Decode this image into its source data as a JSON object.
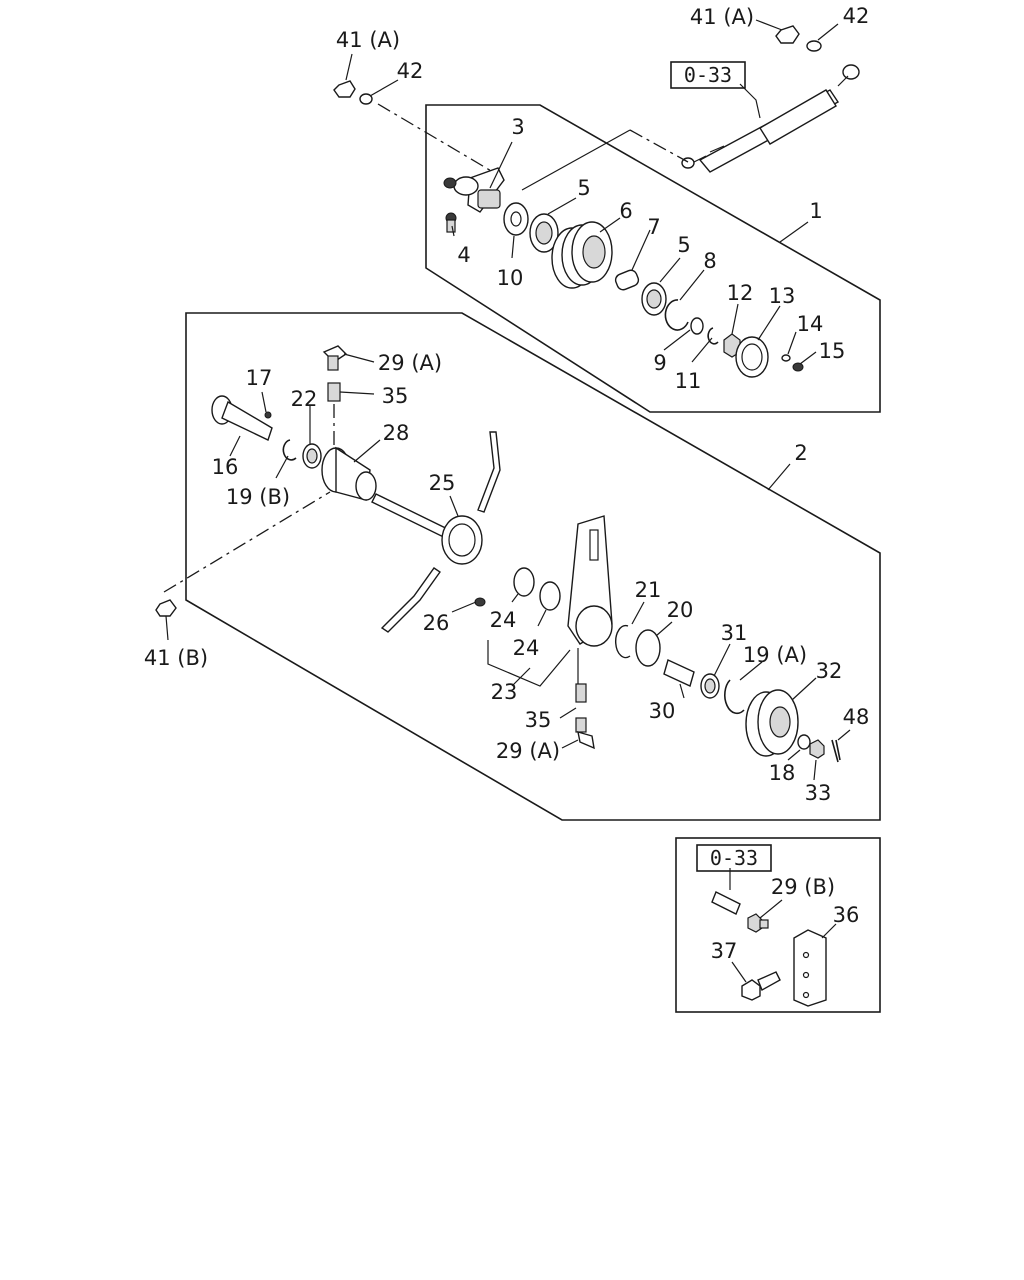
{
  "callouts": {
    "c41A_top": "41 (A)",
    "c42_top": "42",
    "c41A_left": "41 (A)",
    "c42_left": "42",
    "c3": "3",
    "c4": "4",
    "c5a": "5",
    "c6": "6",
    "c7": "7",
    "c5b": "5",
    "c8": "8",
    "c10": "10",
    "c1": "1",
    "c12": "12",
    "c13": "13",
    "c14": "14",
    "c15": "15",
    "c9": "9",
    "c11": "11",
    "c29A_top": "29 (A)",
    "c35_top": "35",
    "c17": "17",
    "c22": "22",
    "c28": "28",
    "c16": "16",
    "c19B": "19 (B)",
    "c2": "2",
    "c25": "25",
    "c41B": "41 (B)",
    "c26": "26",
    "c24a": "24",
    "c24b": "24",
    "c21": "21",
    "c20": "20",
    "c31": "31",
    "c19A": "19 (A)",
    "c32": "32",
    "c48": "48",
    "c23": "23",
    "c30": "30",
    "c35_bot": "35",
    "c29A_bot": "29 (A)",
    "c18": "18",
    "c33": "33",
    "c29B": "29 (B)",
    "c36": "36",
    "c37": "37"
  },
  "ref_boxes": {
    "ref_top": "0-33",
    "ref_inset": "0-33"
  }
}
